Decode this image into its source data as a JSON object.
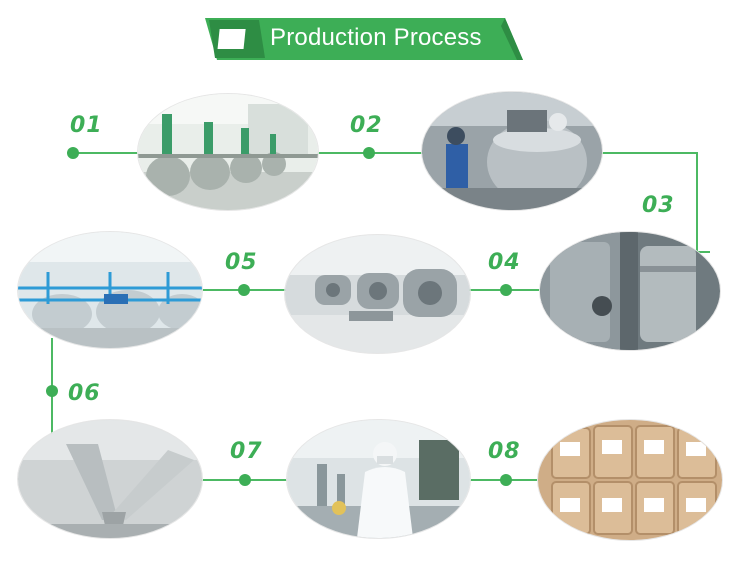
{
  "banner": {
    "title": "Production Process"
  },
  "colors": {
    "accent": "#3dae56",
    "accent_dark": "#2e8d44",
    "line": "#4cb963",
    "text_white": "#ffffff"
  },
  "steps": [
    {
      "number": "01",
      "image": "reactor-tanks-photo"
    },
    {
      "number": "02",
      "image": "worker-at-reactor-photo"
    },
    {
      "number": "03",
      "image": "steel-vessel-photo"
    },
    {
      "number": "04",
      "image": "drying-equipment-photo"
    },
    {
      "number": "05",
      "image": "plant-platform-photo"
    },
    {
      "number": "06",
      "image": "v-blender-photo"
    },
    {
      "number": "07",
      "image": "lab-technician-photo"
    },
    {
      "number": "08",
      "image": "packed-drums-photo"
    }
  ]
}
